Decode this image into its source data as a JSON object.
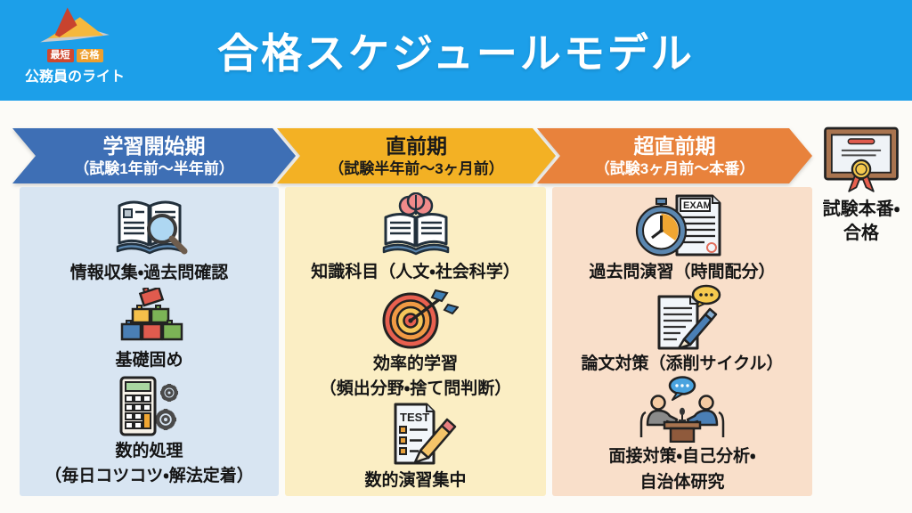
{
  "header": {
    "title": "合格スケジュールモデル",
    "bg_color": "#1C9FE9",
    "logo": {
      "badge_short": "最短",
      "badge_pass": "合格",
      "brand": "公務員のライト"
    }
  },
  "phases": [
    {
      "name": "学習開始期",
      "period": "（試験1年前〜半年前）",
      "arrow_color": "#3E6FB5",
      "arrow_text_color": "#FFFFFF",
      "panel_color": "#D8E5F2",
      "items": [
        {
          "icon": "book-magnifier-icon",
          "label": "情報収集・過去問確認"
        },
        {
          "icon": "building-blocks-icon",
          "label": "基礎固め"
        },
        {
          "icon": "calculator-gears-icon",
          "label": "数的処理",
          "label2": "（毎日コツコツ・解法定着）"
        }
      ]
    },
    {
      "name": "直前期",
      "period": "（試験半年前〜3ヶ月前）",
      "arrow_color": "#F3B124",
      "arrow_text_color": "#1A1A1A",
      "panel_color": "#FBEEC4",
      "items": [
        {
          "icon": "book-brain-icon",
          "label": "知識科目（人文・社会科学）"
        },
        {
          "icon": "target-arrow-icon",
          "label": "効率的学習",
          "label2": "（頻出分野・捨て問判断）"
        },
        {
          "icon": "test-paper-pencil-icon",
          "icon_text": "TEST",
          "label": "数的演習集中"
        }
      ]
    },
    {
      "name": "超直前期",
      "period": "（試験3ヶ月前〜本番）",
      "arrow_color": "#E8823C",
      "arrow_text_color": "#FFFFFF",
      "panel_color": "#F9DFCA",
      "items": [
        {
          "icon": "stopwatch-exam-icon",
          "icon_text": "EXAM",
          "label": "過去問演習（時間配分）"
        },
        {
          "icon": "essay-pen-icon",
          "label": "論文対策（添削サイクル）"
        },
        {
          "icon": "interview-icon",
          "label": "面接対策・自己分析・",
          "label2": "自治体研究"
        }
      ]
    }
  ],
  "goal": {
    "icon": "certificate-icon",
    "label": "試験本番・",
    "label2": "合格"
  }
}
